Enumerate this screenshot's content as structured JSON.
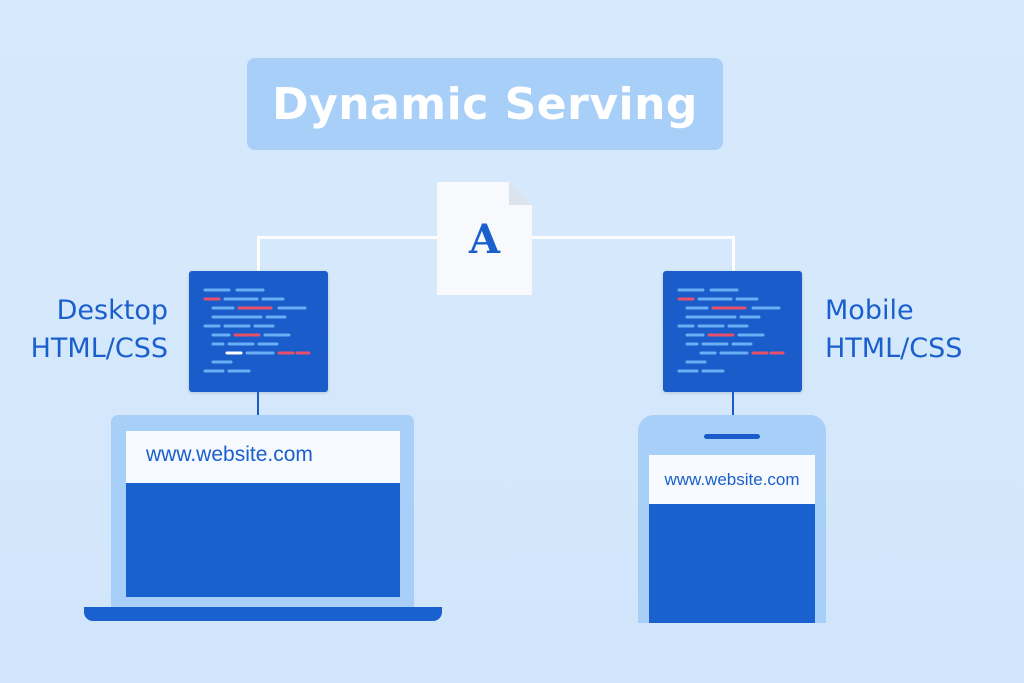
{
  "title": "Dynamic Serving",
  "document": {
    "letter": "A",
    "icon": "document-icon"
  },
  "desktop": {
    "label_line1": "Desktop",
    "label_line2": "HTML/CSS",
    "url": "www.website.com",
    "icon": "laptop-icon"
  },
  "mobile": {
    "label_line1": "Mobile",
    "label_line2": "HTML/CSS",
    "url": "www.website.com",
    "icon": "smartphone-icon"
  },
  "colors": {
    "background": "#d5e8fb",
    "title_box": "#a8cff8",
    "primary_blue": "#1a5cc9",
    "code_light": "#6aaef5",
    "code_red": "#e8506a",
    "code_white": "#ffffff"
  }
}
